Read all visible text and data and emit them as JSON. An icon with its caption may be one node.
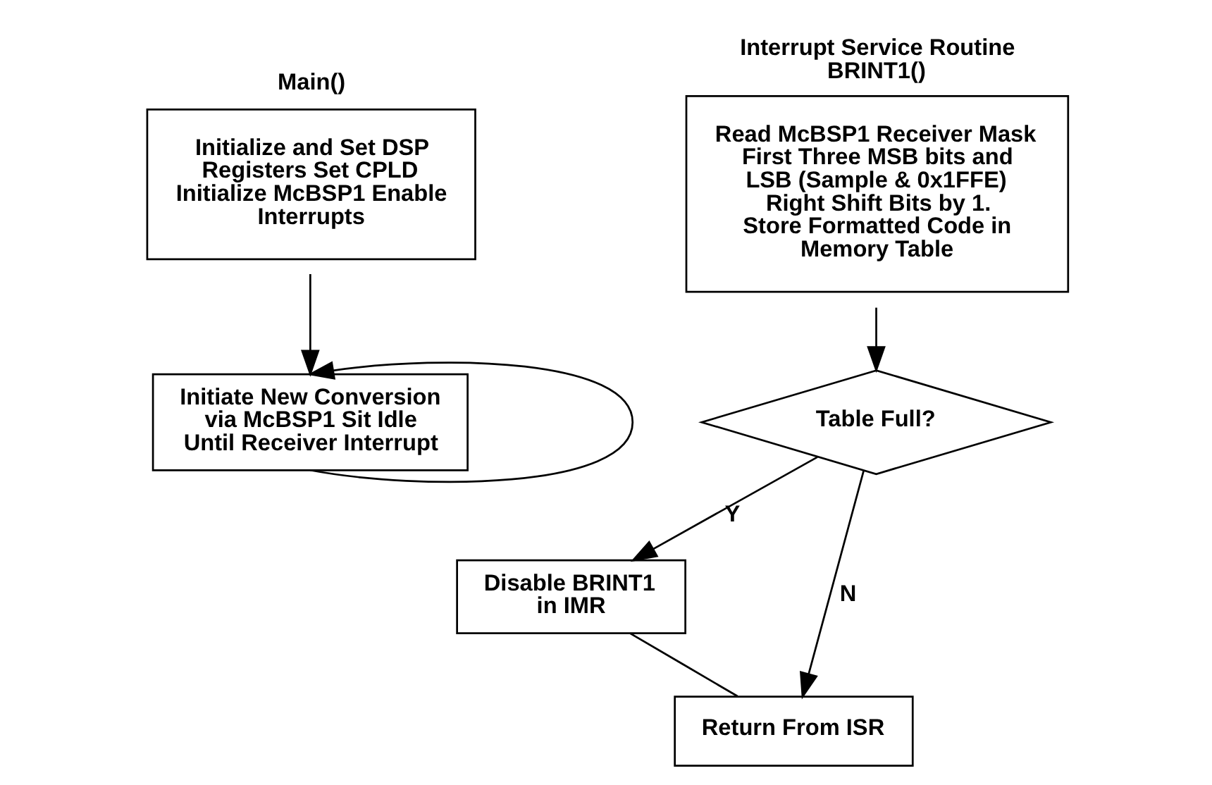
{
  "diagram": {
    "nodes": [
      {
        "text": [
          "Main()",
          "Initialize and Set DSP Registers Set CPLD Initialize McBSP1 Enable Interrupts"
        ]
      },
      {
        "text": [
          "Initiate New Conversion via McBSP1 Sit Idle Until Receiver Interrupt"
        ]
      },
      {
        "text": [
          "Interrupt Service Routine BRINT1()",
          "Read McBSP1 Receiver Mask First Three MSB bits and LSB (Sample & 0x1FFE) Right Shift Bits by 1. Store Formatted Code in Memory Table"
        ]
      },
      {
        "text": [
          "Table Full?"
        ]
      },
      {
        "text": [
          "Disable BRINT1 in IMR"
        ]
      },
      {
        "text": [
          "Return From ISR"
        ]
      }
    ],
    "edges": [
      {
        "from": 0,
        "to": 1,
        "arrow": "to"
      },
      {
        "from": 1,
        "to": 1,
        "arrow": "to"
      },
      {
        "from": 2,
        "to": 3,
        "arrow": "to"
      },
      {
        "from": 3,
        "to": 4,
        "arrow": "to",
        "label": "Y"
      },
      {
        "from": 3,
        "to": 5,
        "arrow": "to",
        "label": "N"
      },
      {
        "from": 4,
        "to": 5,
        "arrow": "none"
      }
    ]
  }
}
